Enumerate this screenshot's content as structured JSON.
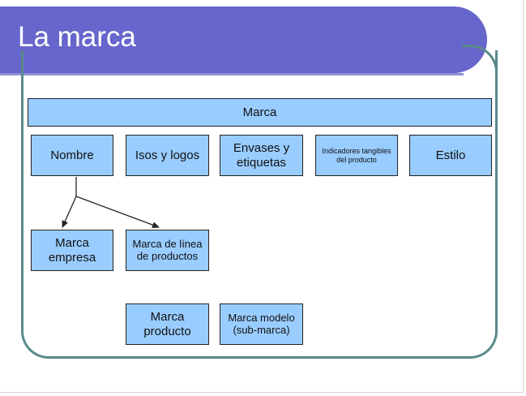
{
  "slide": {
    "title": "La marca"
  },
  "diagram": {
    "root": "Marca",
    "level1": [
      "Nombre",
      "Isos y logos",
      "Envases y etiquetas",
      "Indicadores tangibles del producto",
      "Estilo"
    ],
    "nombre_children": [
      "Marca empresa",
      "Marca de línea de productos"
    ],
    "level3": [
      "Marca producto",
      "Marca modelo (sub-marca)"
    ]
  },
  "colors": {
    "title_bar": "#6666cc",
    "box_fill": "#99ccff",
    "frame": "#5a8a8a"
  }
}
